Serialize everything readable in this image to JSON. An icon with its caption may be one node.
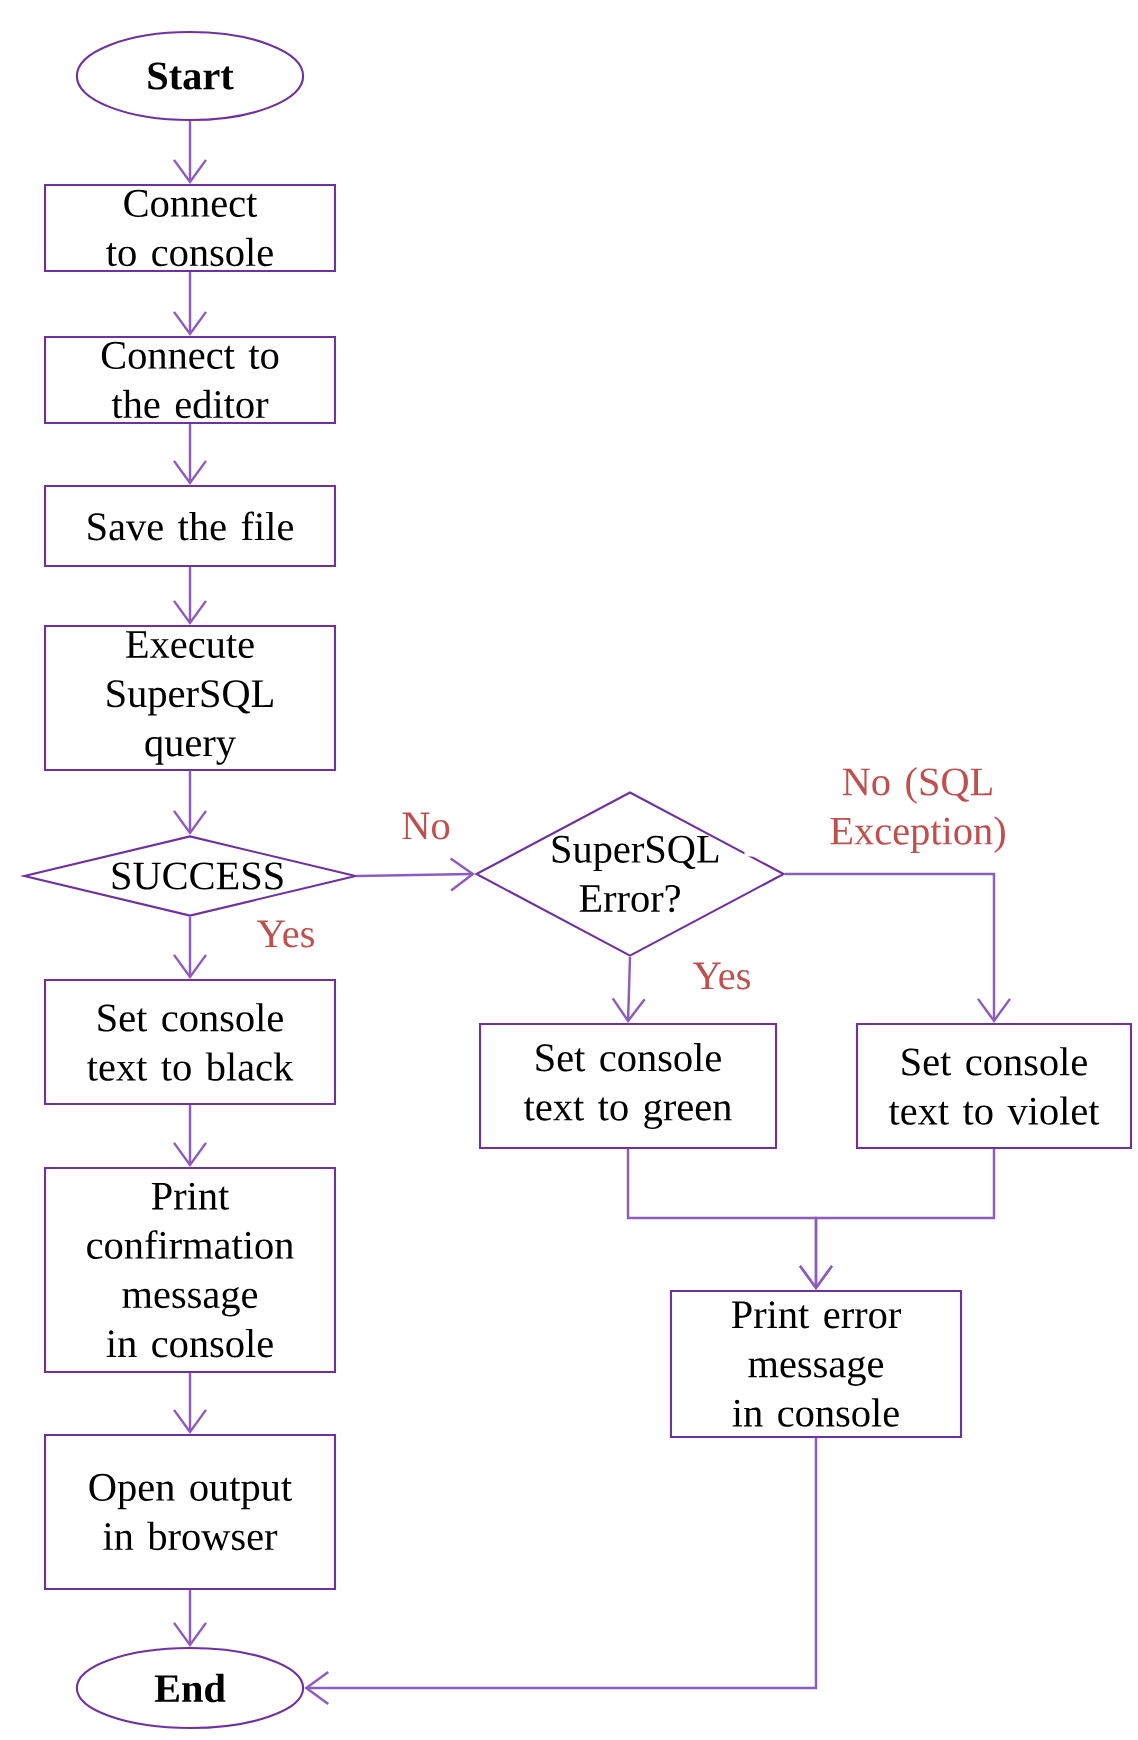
{
  "diagram": {
    "nodes": [
      {
        "text": [
          "Start"
        ]
      },
      {
        "text": [
          "Connect to console"
        ]
      },
      {
        "text": [
          "Connect to the editor"
        ]
      },
      {
        "text": [
          "Save the file"
        ]
      },
      {
        "text": [
          "Execute SuperSQL query"
        ]
      },
      {
        "text": [
          "SUCCESS"
        ]
      },
      {
        "text": [
          "SuperSQL Error?"
        ]
      },
      {
        "text": [
          "Set console text to black"
        ]
      },
      {
        "text": [
          "Set console text to green"
        ]
      },
      {
        "text": [
          "Set console text to violet"
        ]
      },
      {
        "text": [
          "Print confirmation message in console"
        ]
      },
      {
        "text": [
          "Print error message in console"
        ]
      },
      {
        "text": [
          "Open output in browser"
        ]
      },
      {
        "text": [
          "End"
        ]
      }
    ],
    "edges": [
      {
        "from": 0,
        "to": 1,
        "arrow": "to"
      },
      {
        "from": 1,
        "to": 2,
        "arrow": "to"
      },
      {
        "from": 2,
        "to": 3,
        "arrow": "to"
      },
      {
        "from": 3,
        "to": 4,
        "arrow": "to"
      },
      {
        "from": 4,
        "to": 5,
        "arrow": "to"
      },
      {
        "from": 5,
        "to": 6,
        "label": "No",
        "arrow": "to"
      },
      {
        "from": 5,
        "to": 7,
        "label": "Yes",
        "arrow": "to"
      },
      {
        "from": 6,
        "to": 8,
        "label": "Yes",
        "arrow": "to"
      },
      {
        "from": 6,
        "to": 9,
        "label": "No (SQL Exception)",
        "arrow": "to"
      },
      {
        "from": 7,
        "to": 10,
        "arrow": "to"
      },
      {
        "from": 10,
        "to": 12,
        "arrow": "to"
      },
      {
        "from": 12,
        "to": 13,
        "arrow": "to"
      },
      {
        "from": 8,
        "to": 11,
        "arrow": "to"
      },
      {
        "from": 9,
        "to": 11,
        "arrow": "to"
      },
      {
        "from": 11,
        "to": 13,
        "arrow": "to"
      }
    ]
  }
}
